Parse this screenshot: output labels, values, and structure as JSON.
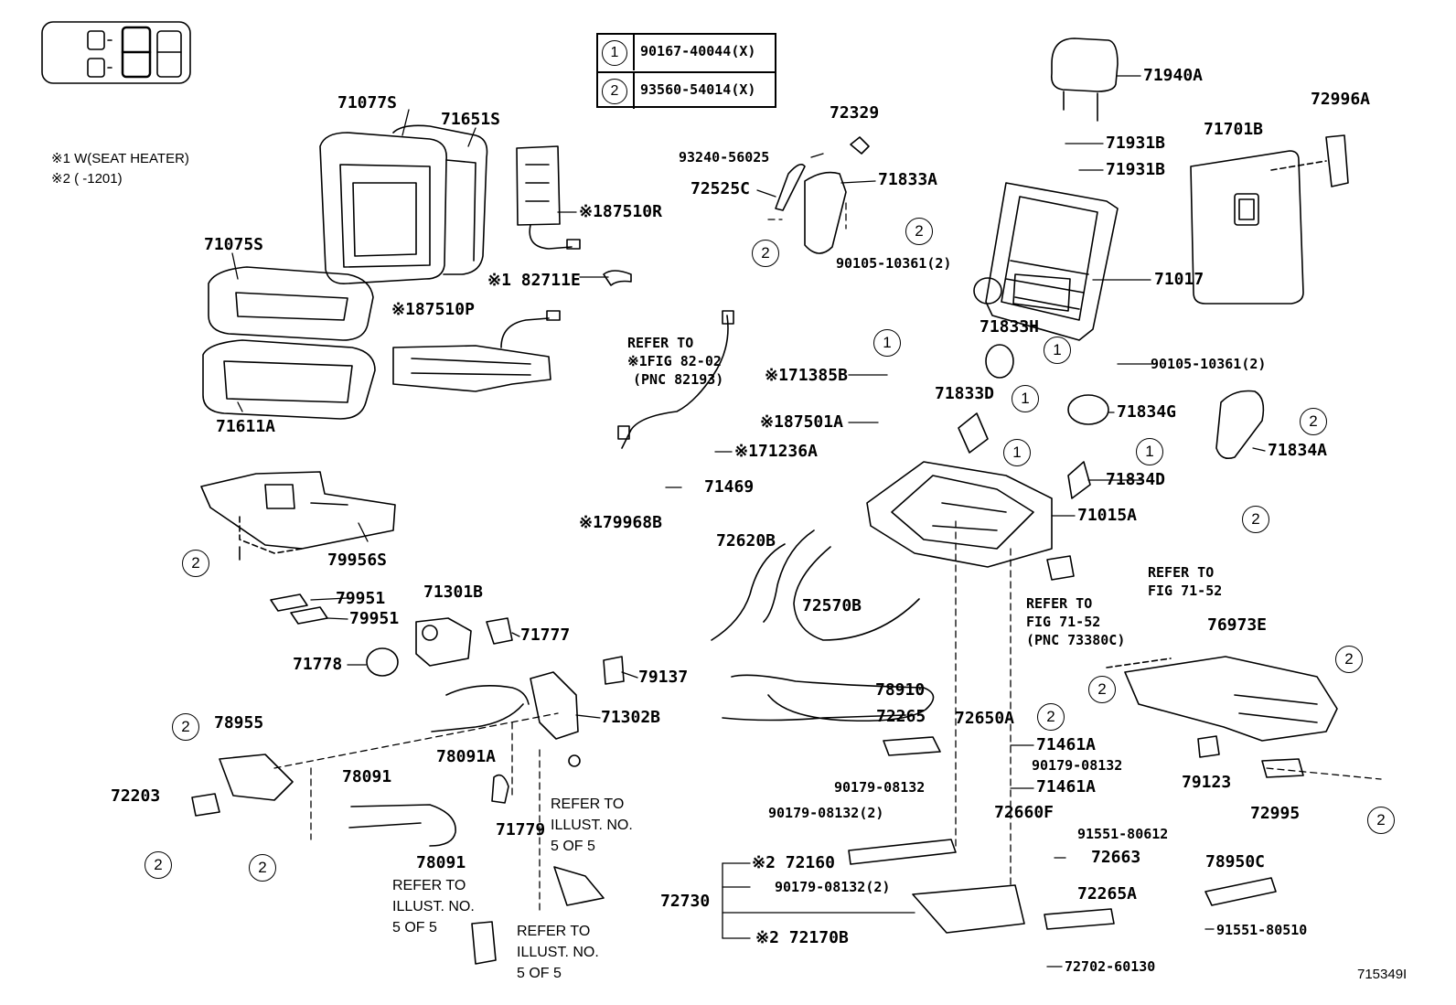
{
  "legend": [
    {
      "num": "1",
      "part": "90167-40044(X)"
    },
    {
      "num": "2",
      "part": "93560-54014(X)"
    }
  ],
  "notes": {
    "note1": "※1 W(SEAT HEATER)",
    "note2": "※2 (      -1201)"
  },
  "labels": {
    "l71077S": "71077S",
    "l71651S": "71651S",
    "l187510R": "※187510R",
    "l71075S": "71075S",
    "l182711E": "※1 82711E",
    "l187510P": "※187510P",
    "l71611A": "71611A",
    "l79956S": "79956S",
    "l79951a": "79951",
    "l79951b": "79951",
    "l71301B": "71301B",
    "l71777": "71777",
    "l71778": "71778",
    "l79137": "79137",
    "l71302B": "71302B",
    "l78955": "78955",
    "l72203": "72203",
    "l78091Aa": "78091A",
    "l78091a": "78091",
    "l78091b": "78091",
    "l71779": "71779",
    "l72329": "72329",
    "l93240": "93240-56025",
    "l72525C": "72525C",
    "l71833A": "71833A",
    "l90105a": "90105-10361(2)",
    "l71940A": "71940A",
    "l71931Ba": "71931B",
    "l71931Bb": "71931B",
    "l71701B": "71701B",
    "l72996A": "72996A",
    "l71017": "71017",
    "l71833H": "71833H",
    "l90105b": "90105-10361(2)",
    "l171385B": "※171385B",
    "l71833D": "71833D",
    "l71834G": "71834G",
    "l187501A": "※187501A",
    "l171236A": "※171236A",
    "l71469": "71469",
    "l179968B": "※179968B",
    "l71834A": "71834A",
    "l71834D": "71834D",
    "l71015A": "71015A",
    "l72620B": "72620B",
    "l72570B": "72570B",
    "l78910": "78910",
    "l76973E": "76973E",
    "l72265": "72265",
    "l72650A": "72650A",
    "l71461Aa": "71461A",
    "l90179a": "90179-08132",
    "l90179b": "90179-08132",
    "l71461Ab": "71461A",
    "l90179c": "90179-08132(2)",
    "l72660F": "72660F",
    "l91551a": "91551-80612",
    "l72663": "72663",
    "l72160": "※2 72160",
    "l90179d": "90179-08132(2)",
    "l72265A": "72265A",
    "l72730": "72730",
    "l72170B": "※2 72170B",
    "l72702": "72702-60130",
    "l79123": "79123",
    "l72995": "72995",
    "l78950C": "78950C",
    "l91551b": "91551-80510"
  },
  "refs": {
    "r1": [
      "REFER TO",
      "※1FIG 82-02",
      "(PNC 82193)"
    ],
    "r2": [
      "REFER TO",
      "FIG 71-52"
    ],
    "r3": [
      "REFER TO",
      "FIG 71-52",
      "(PNC 73380C)"
    ],
    "r4": [
      "REFER TO",
      "ILLUST. NO.",
      "5 OF 5"
    ],
    "r5": [
      "REFER TO",
      "ILLUST. NO.",
      "5 OF 5"
    ],
    "r6": [
      "REFER TO",
      "ILLUST. NO.",
      "5 OF 5"
    ]
  },
  "callouts": {
    "one": "1",
    "two": "2"
  },
  "illustration_id": "715349I"
}
